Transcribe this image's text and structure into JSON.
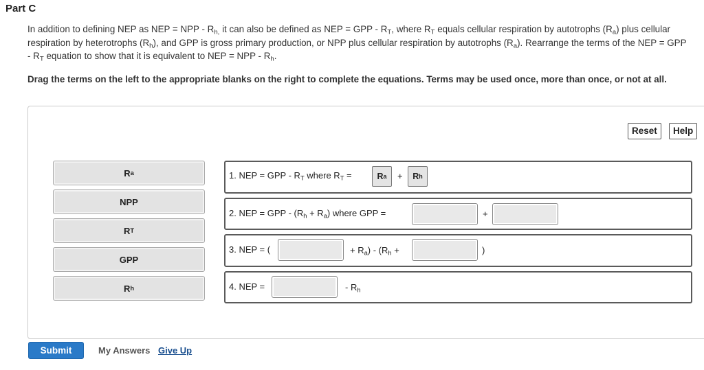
{
  "part_title": "Part C",
  "intro": {
    "t1": "In addition to defining NEP as NEP = NPP - R",
    "s1": "h,",
    "t2": " it can also be defined as NEP = GPP - R",
    "s2": "T",
    "t3": ", where R",
    "s3": "T",
    "t4": " equals cellular respiration by autotrophs (R",
    "s4": "a",
    "t5": ") plus cellular respiration by heterotrophs (R",
    "s5": "h",
    "t6": "), and GPP is gross primary production, or NPP plus cellular respiration by autotrophs (R",
    "s6": "a",
    "t7": "). Rearrange the terms of the NEP = GPP - R",
    "s7": "T",
    "t8": " equation to show that it is equivalent to NEP = NPP - R",
    "s8": "h",
    "t9": "."
  },
  "instructions": "Drag the terms on the left to the appropriate blanks on the right to complete the equations. Terms may be used once, more than once, or not at all.",
  "toolbar": {
    "reset_label": "Reset",
    "help_label": "Help"
  },
  "terms": [
    {
      "base": "R",
      "sub": "a"
    },
    {
      "base": "NPP",
      "sub": ""
    },
    {
      "base": "R",
      "sub": "T"
    },
    {
      "base": "GPP",
      "sub": ""
    },
    {
      "base": "R",
      "sub": "h"
    }
  ],
  "eq1": {
    "t1": "1. NEP = GPP - R",
    "s1": "T",
    "t2": " where R",
    "s2": "T",
    "t3": " =",
    "plus": "+",
    "chip1": {
      "base": "R",
      "sub": "a"
    },
    "chip2": {
      "base": "R",
      "sub": "h"
    }
  },
  "eq2": {
    "t1": "2. NEP = GPP - (R",
    "s1": "h",
    "t2": " + R",
    "s2": "a",
    "t3": ") where GPP =",
    "plus": "+"
  },
  "eq3": {
    "t1": "3. NEP = (",
    "m1": "+ R",
    "ms1": "a",
    "m2": ") - (R",
    "ms2": "h",
    "m3": " +",
    "close": ")"
  },
  "eq4": {
    "t1": "4. NEP =",
    "m1": "- R",
    "ms1": "h"
  },
  "footer": {
    "submit_label": "Submit",
    "my_answers_label": "My Answers",
    "give_up_label": "Give Up"
  }
}
